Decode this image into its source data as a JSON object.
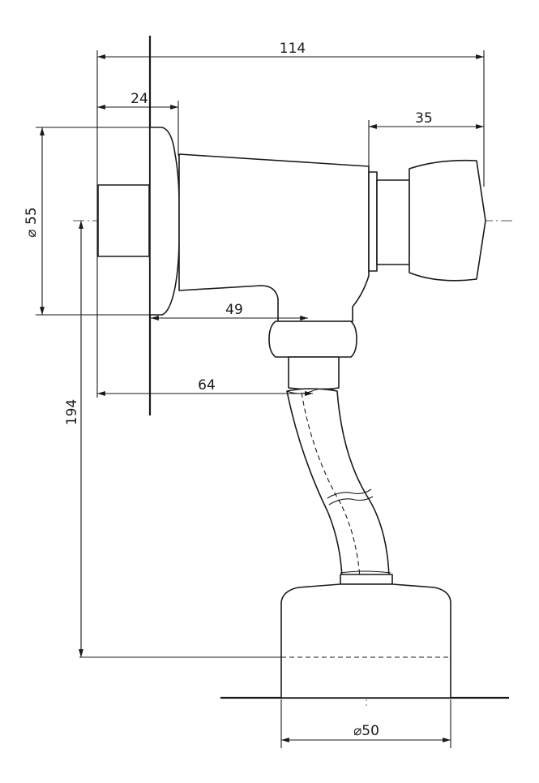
{
  "colors": {
    "line": "#1a1a1a",
    "background": "#ffffff"
  },
  "dimensions": {
    "overall_width": "114",
    "flange_depth": "24",
    "button_width": "35",
    "flange_diameter": "⌀ 55",
    "outlet_offset": "49",
    "pipe_offset": "64",
    "total_height": "194",
    "base_diameter": "⌀50"
  }
}
